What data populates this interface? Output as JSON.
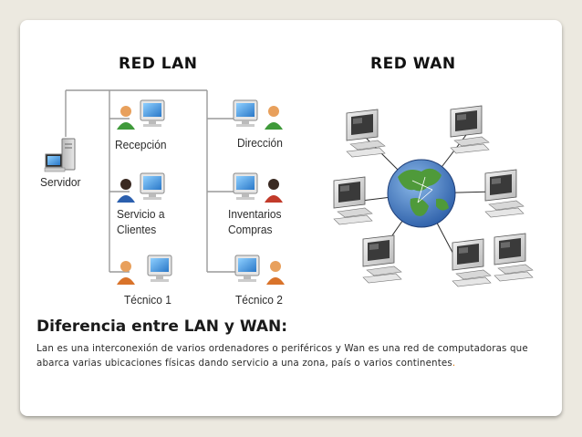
{
  "lan": {
    "title": "RED LAN",
    "server_label": "Servidor",
    "nodes": [
      {
        "lines": [
          "Recepción"
        ]
      },
      {
        "lines": [
          "Dirección"
        ]
      },
      {
        "lines": [
          "Servicio a",
          "Clientes"
        ]
      },
      {
        "lines": [
          "Inventarios",
          "Compras"
        ]
      },
      {
        "lines": [
          "Técnico 1"
        ]
      },
      {
        "lines": [
          "Técnico 2"
        ]
      }
    ]
  },
  "wan": {
    "title": "RED WAN",
    "computer_count": 7
  },
  "description": {
    "heading": "Diferencia entre LAN y WAN:",
    "text": "Lan es una interconexión de varios ordenadores o periféricos y Wan es una red de computadoras que abarca varias ubicaciones físicas dando servicio a una zona, país o varios continentes",
    "end_mark": "."
  },
  "colors": {
    "background": "#ece9e0",
    "slide": "#ffffff",
    "line": "#9a9a9a",
    "monitor_screen": "#3a8fd8",
    "globe_ocean": "#3d6fb8",
    "globe_land": "#4f9a3a"
  }
}
